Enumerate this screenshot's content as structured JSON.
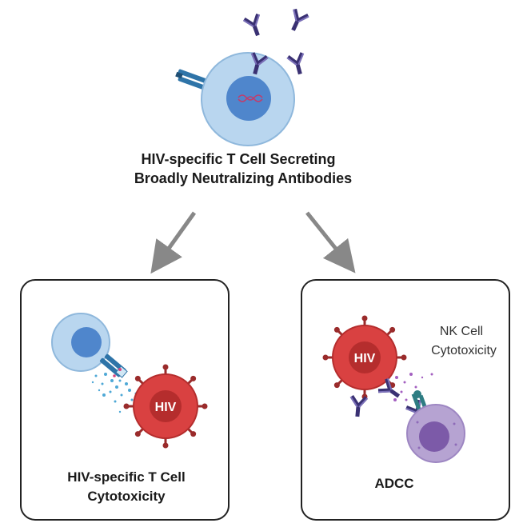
{
  "top_label": {
    "line1": "HIV-specific T Cell Secreting",
    "line2": "Broadly Neutralizing Antibodies"
  },
  "left_panel": {
    "virus_label": "HIV",
    "caption_line1": "HIV-specific T Cell",
    "caption_line2": "Cytotoxicity"
  },
  "right_panel": {
    "virus_label": "HIV",
    "nk_line1": "NK Cell",
    "nk_line2": "Cytotoxicity",
    "caption": "ADCC"
  },
  "colors": {
    "t_cell": "#b9d6ef",
    "t_cell_nucleus": "#4f86cc",
    "antibody": "#3a3173",
    "virus": "#d94141",
    "virus_core": "#b52d2d",
    "nk_cell": "#b6a3d2",
    "nk_nucleus": "#7c5aa8",
    "receptor": "#2e74a8",
    "arrow": "#888888",
    "panel_border": "#222222"
  }
}
